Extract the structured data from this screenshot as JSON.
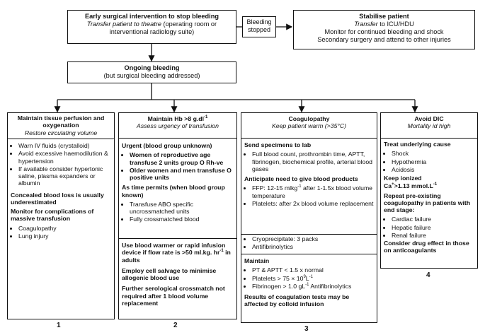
{
  "top": {
    "intervention": {
      "title": "Early surgical intervention to stop bleeding",
      "line2": "Transfer patient to theatre",
      "line2b": " (operating room or",
      "line3": "interventional radiology suite)"
    },
    "bleeding_stopped": "Bleeding stopped",
    "stabilise": {
      "title": "Stabilise patient",
      "line2a": "Transfer",
      "line2b": " to ICU/HDU",
      "line3": "Monitor for continued bleeding and shock",
      "line4": "Secondary surgery and attend to other injuries"
    },
    "ongoing": {
      "title": "Ongoing bleeding",
      "subtitle": "(but surgical bleeding addressed)"
    }
  },
  "col1": {
    "title": "Maintain tissue perfusion and oxygenation",
    "subtitle": "Restore circulating volume",
    "bullets": [
      "Warn IV fluids (crystalloid)",
      "Avoid excessive haemodilution & hypertension",
      "If available consider hypertonic saline, plasma expanders or albumin"
    ],
    "para1": "Concealed blood loss is usually underestimated",
    "para2": "Monitor for complications of massive transfusion",
    "bullets2": [
      "Coagulopathy",
      "Lung injury"
    ],
    "number": "1"
  },
  "col2": {
    "title": "Maintain Hb >8 g.dl",
    "title_sup": "-1",
    "subtitle": "Assess urgency of transfusion",
    "urgent": "Urgent (blood group unknown)",
    "urgent_bullets": [
      "Women of reproductive age transfuse 2 units group O Rh-ve",
      "Older women and men transfuse O positive units"
    ],
    "as_time": "As time permits (when blood group known)",
    "time_bullets": [
      "Transfuse ABO specific uncrossmatched units",
      "Fully crossmatched blood"
    ],
    "warmer": "Use blood warmer or rapid infusion device if flow rate is >50 ml.kg. hr",
    "warmer_sup": "-1",
    "warmer_end": " in adults",
    "salvage": "Employ cell salvage to minimise allogenic blood use",
    "further": "Further serological crossmatch not required after 1 blood volume replacement",
    "number": "2"
  },
  "col3": {
    "title": "Coagulopathy",
    "subtitle": "Keep patient warm (>35°C)",
    "send": "Send specimens to lab",
    "send_bullets": [
      "Full blood count, prothrombin time, APTT, fibrinogen, biochemical profile, arterial blood gases"
    ],
    "anticipate": "Anticipate need to give blood products",
    "ffp": "FFP: 12-15 mlkg",
    "ffp_sup": "-1",
    "ffp_end": " after 1-1.5x blood volume temperature",
    "platelets": "Platelets: after 2x blood volume replacement",
    "cryo": "Cryoprecipitate: 3 packs",
    "antifib": "Antifibrinolytics",
    "maintain": "Maintain",
    "m1": "PT & APTT < 1.5 x normal",
    "m2": "Platelets > 75 × 10",
    "m2_sup": "9",
    "m2_end": "L",
    "m2_sup2": "-1",
    "m3": "Fibrinogen > 1.0 gL",
    "m3_sup": "-1",
    "m3_end": " Antifibrinolytics",
    "results": "Results of coagulation tests may be affected by colloid infusion",
    "number": "3"
  },
  "col4": {
    "title": "Avoid DIC",
    "subtitle": "Mortality id high",
    "treat": "Treat underlying cause",
    "treat_bullets": [
      "Shock",
      "Hypothermia",
      "Acidosis"
    ],
    "keep": "Keep ionized",
    "ca": "Ca",
    "ca_sup": "+",
    "ca_end": ">1.13 mmol.L",
    "ca_sup2": "-1",
    "repeat": "Repeat pre-existing coagulopathy in patients with end stage:",
    "repeat_bullets": [
      "Cardiac failure",
      "Hepatic failure",
      "Renal failure"
    ],
    "consider": "Consider drug effect in those on anticoagulants",
    "number": "4"
  }
}
